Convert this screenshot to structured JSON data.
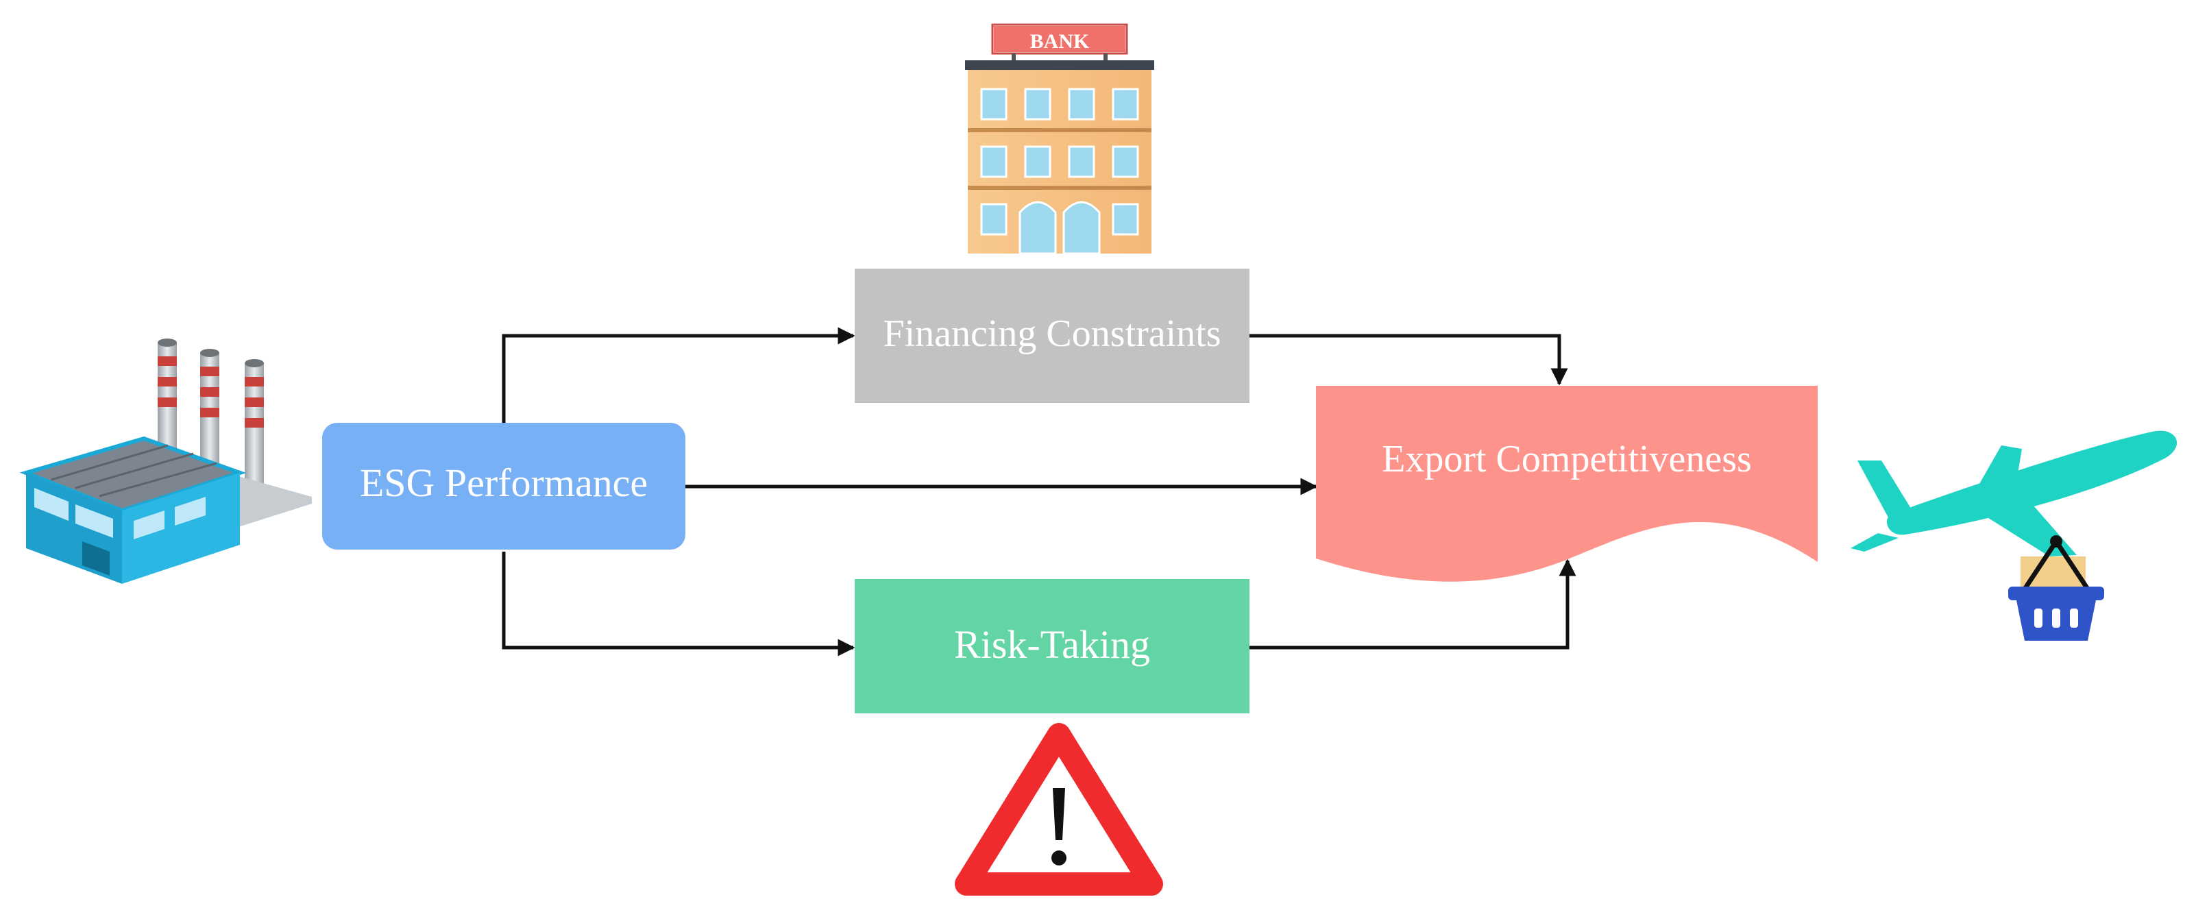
{
  "nodes": {
    "esg": {
      "label": "ESG Performance",
      "color": "#78b0f5"
    },
    "financing": {
      "label": "Financing Constraints",
      "color": "#c2c2c2"
    },
    "risk": {
      "label": "Risk-Taking",
      "color": "#63d5a5"
    },
    "export": {
      "label": "Export Competitiveness",
      "color": "#fe938c"
    }
  },
  "icons": {
    "bank": {
      "sign": "BANK"
    },
    "factory": {},
    "warning": {
      "symbol": "!"
    },
    "airplane": {},
    "basket": {}
  },
  "edges": [
    {
      "from": "esg",
      "to": "financing"
    },
    {
      "from": "esg",
      "to": "export"
    },
    {
      "from": "esg",
      "to": "risk"
    },
    {
      "from": "financing",
      "to": "export"
    },
    {
      "from": "risk",
      "to": "export"
    }
  ],
  "colors": {
    "text": "#ffffff",
    "arrow": "#111111"
  }
}
